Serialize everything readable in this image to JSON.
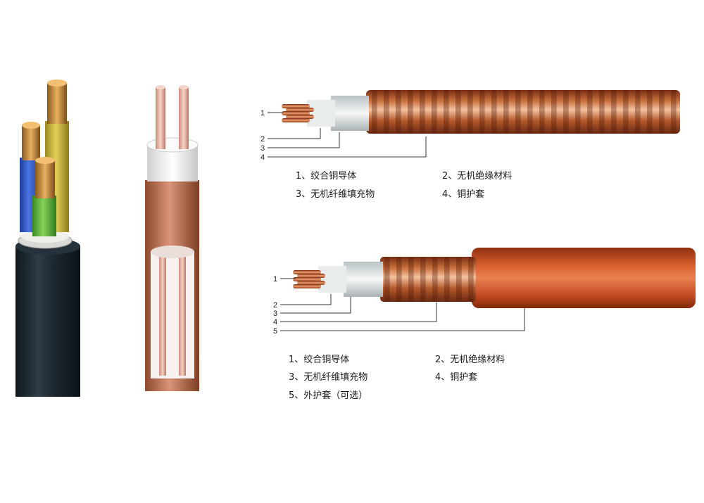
{
  "colors": {
    "copper": "#c8693a",
    "copper_light": "#f0b48a",
    "copper_dark": "#8a3d1c",
    "outer_sheath": "#c94f25",
    "black_sheath": "#1e2a33",
    "insulation_white": "#f2f2f0",
    "core_blue": "#2f56c9",
    "core_green": "#5fb23a",
    "core_yellow": "#c9b437",
    "strand_gold": "#c28a3c"
  },
  "diagram_top": {
    "callouts": [
      "1",
      "2",
      "3",
      "4"
    ],
    "legend": [
      "1、绞合铜导体",
      "2、无机绝缘材料",
      "3、无机纤维填充物",
      "4、铜护套"
    ]
  },
  "diagram_bottom": {
    "callouts": [
      "1",
      "2",
      "3",
      "4",
      "5"
    ],
    "legend": [
      "1、绞合铜导体",
      "2、无机绝缘材料",
      "3、无机纤维填充物",
      "4、铜护套",
      "5、外护套（可选）"
    ]
  }
}
